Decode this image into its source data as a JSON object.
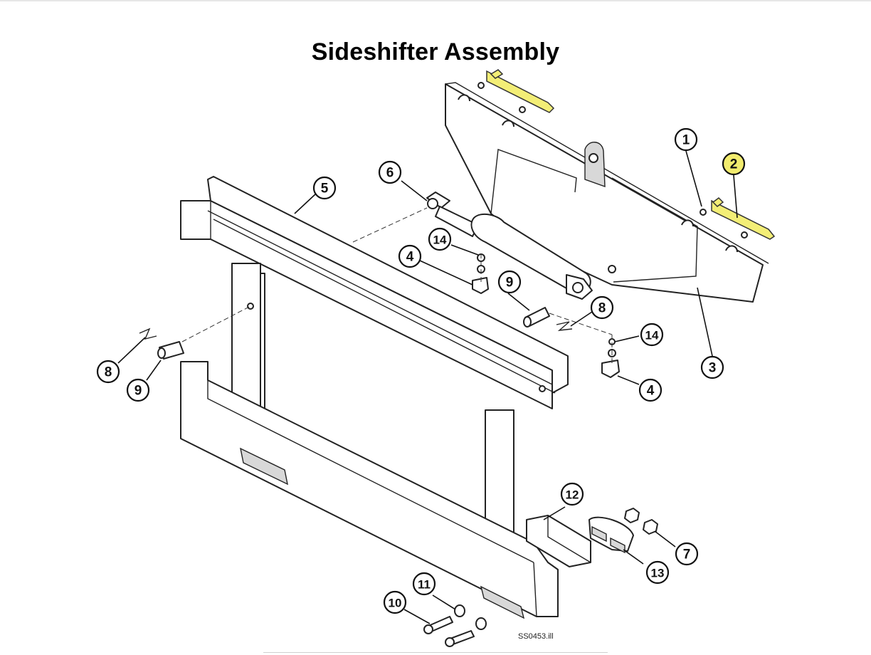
{
  "title": "Sideshifter Assembly",
  "caption": "SS0453.ill",
  "highlight_color": "#f2ec6e",
  "callouts": [
    {
      "label": "1",
      "highlighted": false
    },
    {
      "label": "2",
      "highlighted": true
    },
    {
      "label": "3",
      "highlighted": false
    },
    {
      "label": "4",
      "highlighted": false
    },
    {
      "label": "4",
      "highlighted": false
    },
    {
      "label": "5",
      "highlighted": false
    },
    {
      "label": "6",
      "highlighted": false
    },
    {
      "label": "7",
      "highlighted": false
    },
    {
      "label": "8",
      "highlighted": false
    },
    {
      "label": "8",
      "highlighted": false
    },
    {
      "label": "9",
      "highlighted": false
    },
    {
      "label": "9",
      "highlighted": false
    },
    {
      "label": "10",
      "highlighted": false
    },
    {
      "label": "11",
      "highlighted": false
    },
    {
      "label": "12",
      "highlighted": false
    },
    {
      "label": "13",
      "highlighted": false
    },
    {
      "label": "14",
      "highlighted": false
    },
    {
      "label": "14",
      "highlighted": false
    }
  ]
}
